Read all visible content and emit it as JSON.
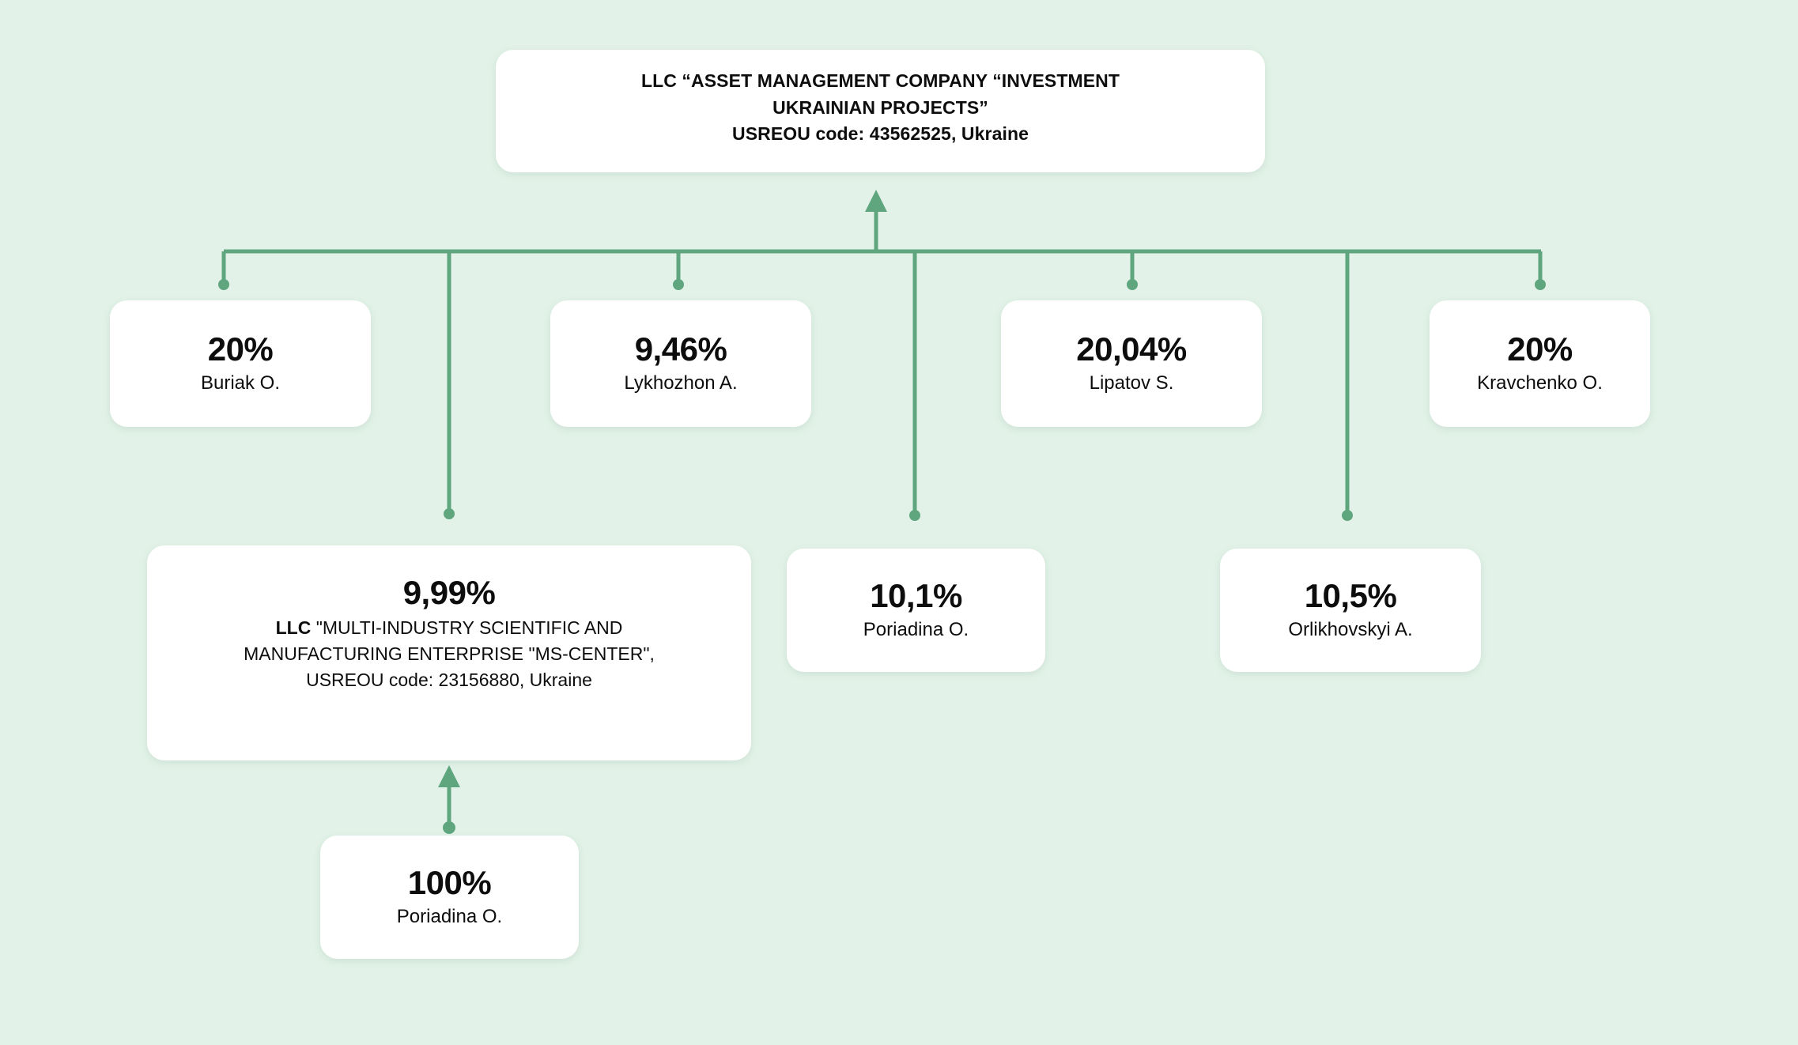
{
  "meta": {
    "title": "Ownership structure chart",
    "background_color": "#e2f2e8",
    "card_color": "#ffffff",
    "connector_color": "#5fa67f",
    "text_color": "#0d0d0d"
  },
  "root": {
    "name": "LLC “ASSET MANAGEMENT COMPANY “INVESTMENT UKRAINIAN PROJECTS”",
    "line1": "LLC “ASSET MANAGEMENT COMPANY “INVESTMENT",
    "line2": "UKRAINIAN PROJECTS”",
    "line3": "USREOU code: 43562525, Ukraine",
    "usreou_code": "43562525",
    "country": "Ukraine"
  },
  "shareholders": [
    {
      "id": "buriak",
      "percent": "20%",
      "name": "Buriak O."
    },
    {
      "id": "lykhozhon",
      "percent": "9,46%",
      "name": "Lykhozhon A."
    },
    {
      "id": "lipatov",
      "percent": "20,04%",
      "name": "Lipatov S."
    },
    {
      "id": "kravchenko",
      "percent": "20%",
      "name": "Kravchenko O."
    },
    {
      "id": "poriadina1",
      "percent": "10,1%",
      "name": "Poriadina O."
    },
    {
      "id": "orlikhovskyi",
      "percent": "10,5%",
      "name": "Orlikhovskyi A."
    }
  ],
  "ms_center": {
    "percent": "9,99%",
    "prefix": "LLC",
    "desc_line1_rest": " \"MULTI-INDUSTRY SCIENTIFIC AND",
    "desc_line2": "MANUFACTURING ENTERPRISE \"MS-CENTER\",",
    "desc_line3": "USREOU code: 23156880, Ukraine",
    "usreou_code": "23156880",
    "country": "Ukraine"
  },
  "ms_center_owner": {
    "percent": "100%",
    "name": "Poriadina O."
  },
  "chart_data": {
    "type": "diagram",
    "title": "LLC “ASSET MANAGEMENT COMPANY “INVESTMENT UKRAINIAN PROJECTS” ownership structure",
    "nodes": [
      {
        "id": "root",
        "label": "LLC “ASSET MANAGEMENT COMPANY “INVESTMENT UKRAINIAN PROJECTS”",
        "usreou": "43562525",
        "country": "Ukraine",
        "level": 0
      },
      {
        "id": "buriak",
        "label": "Buriak O.",
        "share": "20%",
        "level": 1
      },
      {
        "id": "lykhozhon",
        "label": "Lykhozhon A.",
        "share": "9,46%",
        "level": 1
      },
      {
        "id": "lipatov",
        "label": "Lipatov S.",
        "share": "20,04%",
        "level": 1
      },
      {
        "id": "kravchenko",
        "label": "Kravchenko O.",
        "share": "20%",
        "level": 1
      },
      {
        "id": "mscenter",
        "label": "LLC \"MULTI-INDUSTRY SCIENTIFIC AND MANUFACTURING ENTERPRISE \"MS-CENTER\"",
        "usreou": "23156880",
        "country": "Ukraine",
        "share": "9,99%",
        "level": 1
      },
      {
        "id": "poriadina1",
        "label": "Poriadina O.",
        "share": "10,1%",
        "level": 1
      },
      {
        "id": "orlikhovskyi",
        "label": "Orlikhovskyi A.",
        "share": "10,5%",
        "level": 1
      },
      {
        "id": "poriadina2",
        "label": "Poriadina O.",
        "share": "100%",
        "level": 2
      }
    ],
    "edges": [
      {
        "from": "buriak",
        "to": "root",
        "value": "20%"
      },
      {
        "from": "lykhozhon",
        "to": "root",
        "value": "9,46%"
      },
      {
        "from": "lipatov",
        "to": "root",
        "value": "20,04%"
      },
      {
        "from": "kravchenko",
        "to": "root",
        "value": "20%"
      },
      {
        "from": "mscenter",
        "to": "root",
        "value": "9,99%"
      },
      {
        "from": "poriadina1",
        "to": "root",
        "value": "10,1%"
      },
      {
        "from": "orlikhovskyi",
        "to": "root",
        "value": "10,5%"
      },
      {
        "from": "poriadina2",
        "to": "mscenter",
        "value": "100%"
      }
    ]
  }
}
